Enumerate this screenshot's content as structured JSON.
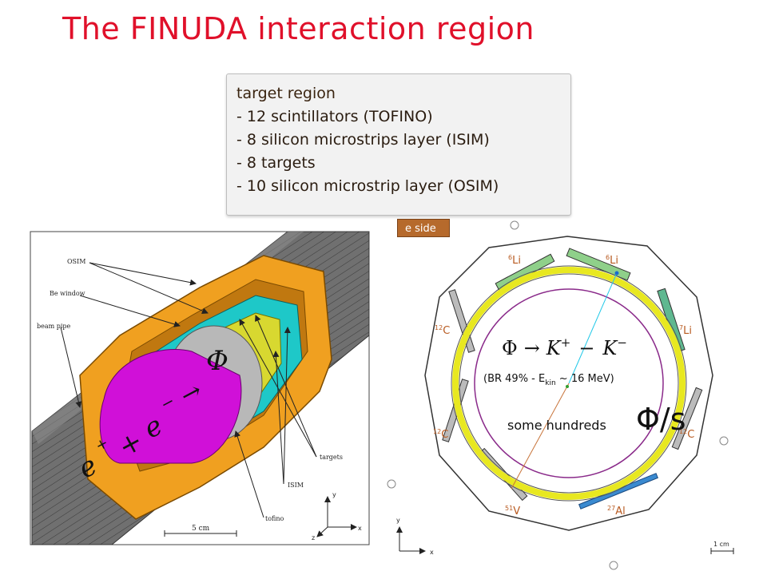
{
  "title": "The FINUDA interaction region",
  "infobox": {
    "lines": [
      "target region",
      "- 12 scintillators (TOFINO)",
      "-  8 silicon microstrips layer (ISIM)",
      "-  8 targets",
      "- 10 silicon microstrip layer (OSIM)"
    ]
  },
  "left_diagram": {
    "labels": {
      "osim": "OSIM",
      "be_window": "Be window",
      "beam_pipe": "beam pipe",
      "targets": "targets",
      "isim": "ISIM",
      "tofino": "tofino",
      "scale": "5 cm",
      "axis_y": "y",
      "axis_z": "z",
      "axis_x": "x"
    },
    "annotations": {
      "phi": "Φ",
      "arrow": "→",
      "eplus": "e",
      "plus": "+",
      "eminus": "e",
      "minus": "−"
    },
    "colors": {
      "pipe": "#6e6e6e",
      "osim": "#f0a020",
      "tofino": "#1ec8c8",
      "isim": "#d8d830",
      "target": "#d010d8"
    }
  },
  "right_diagram": {
    "eside": "e side",
    "targets": [
      {
        "mass": "6",
        "el": "Li"
      },
      {
        "mass": "6",
        "el": "Li"
      },
      {
        "mass": "7",
        "el": "Li"
      },
      {
        "mass": "12",
        "el": "C"
      },
      {
        "mass": "27",
        "el": "Al"
      },
      {
        "mass": "51",
        "el": "V"
      },
      {
        "mass": "12",
        "el": "C"
      },
      {
        "mass": "12",
        "el": "C"
      }
    ],
    "reaction": {
      "phi": "Φ",
      "arrow": "→",
      "kplus": "K",
      "kplus_sup": "+",
      "kminus_sep": "−",
      "kminus": "K",
      "kminus_sup": "−"
    },
    "br": {
      "prefix": "(BR 49% - E",
      "sub": "kin",
      "suffix": " ~ 16 MeV)"
    },
    "hundreds": "some hundreds",
    "rate": "Φ/s",
    "scale": "1 cm",
    "axis_y": "y",
    "axis_x": "x"
  }
}
